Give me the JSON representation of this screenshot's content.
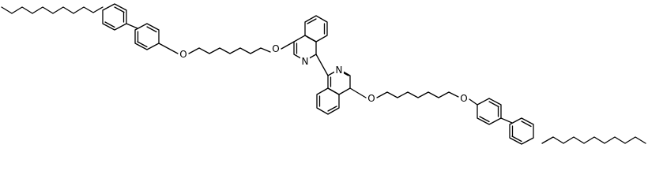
{
  "atoms": {
    "left_ether_outer": "O",
    "left_ether_inner": "O",
    "right_ether_inner": "O",
    "right_ether_outer": "O",
    "upper_ring_nitrogen": "N",
    "lower_ring_nitrogen": "N"
  },
  "colors": {
    "bond": "#000000",
    "background": "#ffffff"
  }
}
